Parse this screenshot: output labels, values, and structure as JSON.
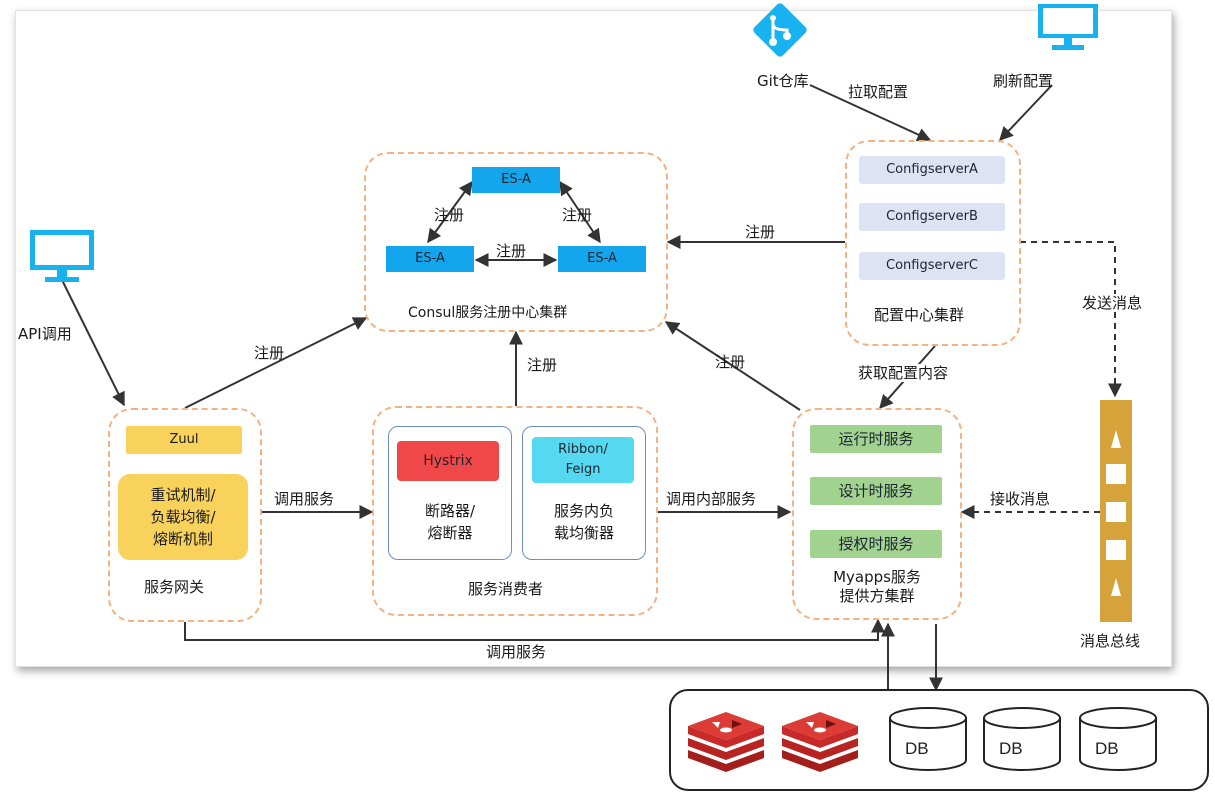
{
  "consul": {
    "node_top": "ES-A",
    "node_left": "ES-A",
    "node_right": "ES-A",
    "register_left": "注册",
    "register_right": "注册",
    "register_mid": "注册",
    "title": "Consul服务注册中心集群"
  },
  "config": {
    "server_a": "ConfigserverA",
    "server_b": "ConfigserverB",
    "server_c": "ConfigserverC",
    "title": "配置中心集群"
  },
  "git": {
    "label": "Git仓库"
  },
  "labels": {
    "pull_config": "拉取配置",
    "refresh_config": "刷新配置",
    "config_register": "注册",
    "send_message": "发送消息",
    "api_call": "API调用",
    "gateway_register": "注册",
    "consumer_register": "注册",
    "provider_register": "注册",
    "get_config": "获取配置内容",
    "call_service": "调用服务",
    "call_internal": "调用内部服务",
    "receive_message": "接收消息",
    "call_service_bottom": "调用服务"
  },
  "gateway": {
    "zuul": "Zuul",
    "features": [
      "重试机制/",
      "负载均衡/",
      "熔断机制"
    ],
    "title": "服务网关"
  },
  "consumer": {
    "hystrix": "Hystrix",
    "hystrix_desc": [
      "断路器/",
      "熔断器"
    ],
    "ribbon": [
      "Ribbon/",
      "Feign"
    ],
    "ribbon_desc": [
      "服务内负",
      "载均衡器"
    ],
    "title": "服务消费者"
  },
  "provider": {
    "runtime": "运行时服务",
    "design": "设计时服务",
    "auth": "授权时服务",
    "title": [
      "Myapps服务",
      "提供方集群"
    ]
  },
  "bus": {
    "title": "消息总线"
  },
  "storage": {
    "db1": "DB",
    "db2": "DB",
    "db3": "DB"
  },
  "colors": {
    "dashed_border": "#f2b282",
    "es_blue": "#13a6ec",
    "config_box": "#dde3f3",
    "zuul_yellow": "#f9d25b",
    "hystrix_red": "#f04848",
    "ribbon_cyan": "#55d9f1",
    "service_green": "#a2d290",
    "bus_gold": "#d5a339",
    "monitor_blue": "#18b2f0",
    "redis_red": "#c72a28"
  }
}
